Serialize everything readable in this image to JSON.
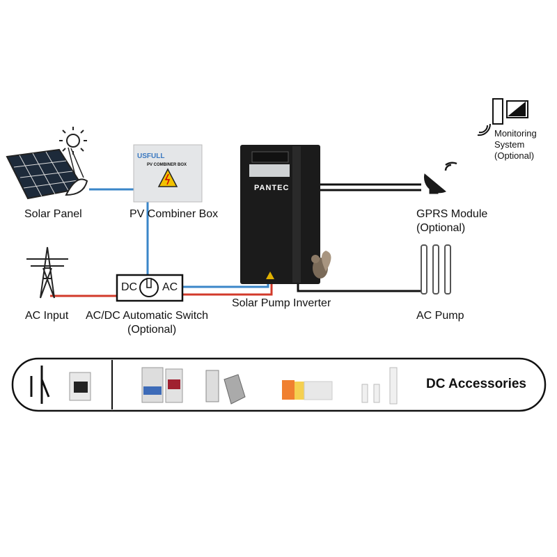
{
  "labels": {
    "solar_panel": "Solar Panel",
    "pv_combiner_box": "PV Combiner Box",
    "combiner_brand": "USFULL",
    "combiner_title": "PV COMBINER BOX",
    "inverter_brand": "PANTEC",
    "solar_pump_inverter": "Solar Pump Inverter",
    "gprs_module": "GPRS Module",
    "gprs_optional": "(Optional)",
    "monitoring_line1": "Monitoring",
    "monitoring_line2": "System",
    "monitoring_line3": "(Optional)",
    "ac_input": "AC Input",
    "switch_label": "AC/DC Automatic Switch",
    "switch_optional": "(Optional)",
    "switch_dc": "DC",
    "switch_ac": "AC",
    "ac_pump": "AC Pump",
    "dc_accessories": "DC Accessories"
  },
  "colors": {
    "dc_line": "#3a86c8",
    "ac_line": "#d23a2a",
    "signal_line": "#111111",
    "inverter_body": "#1b1b1b"
  },
  "icons": [
    "sun-icon",
    "solar-panel-icon",
    "combiner-box-icon",
    "inverter-icon",
    "satellite-dish-icon",
    "computer-icon",
    "power-tower-icon",
    "switch-power-icon",
    "pump-icon",
    "mc4-connector-icon",
    "dc-isolator-icon",
    "circuit-breaker-icon",
    "mccb-icon",
    "surge-protector-icon",
    "fuse-holder-icon"
  ]
}
